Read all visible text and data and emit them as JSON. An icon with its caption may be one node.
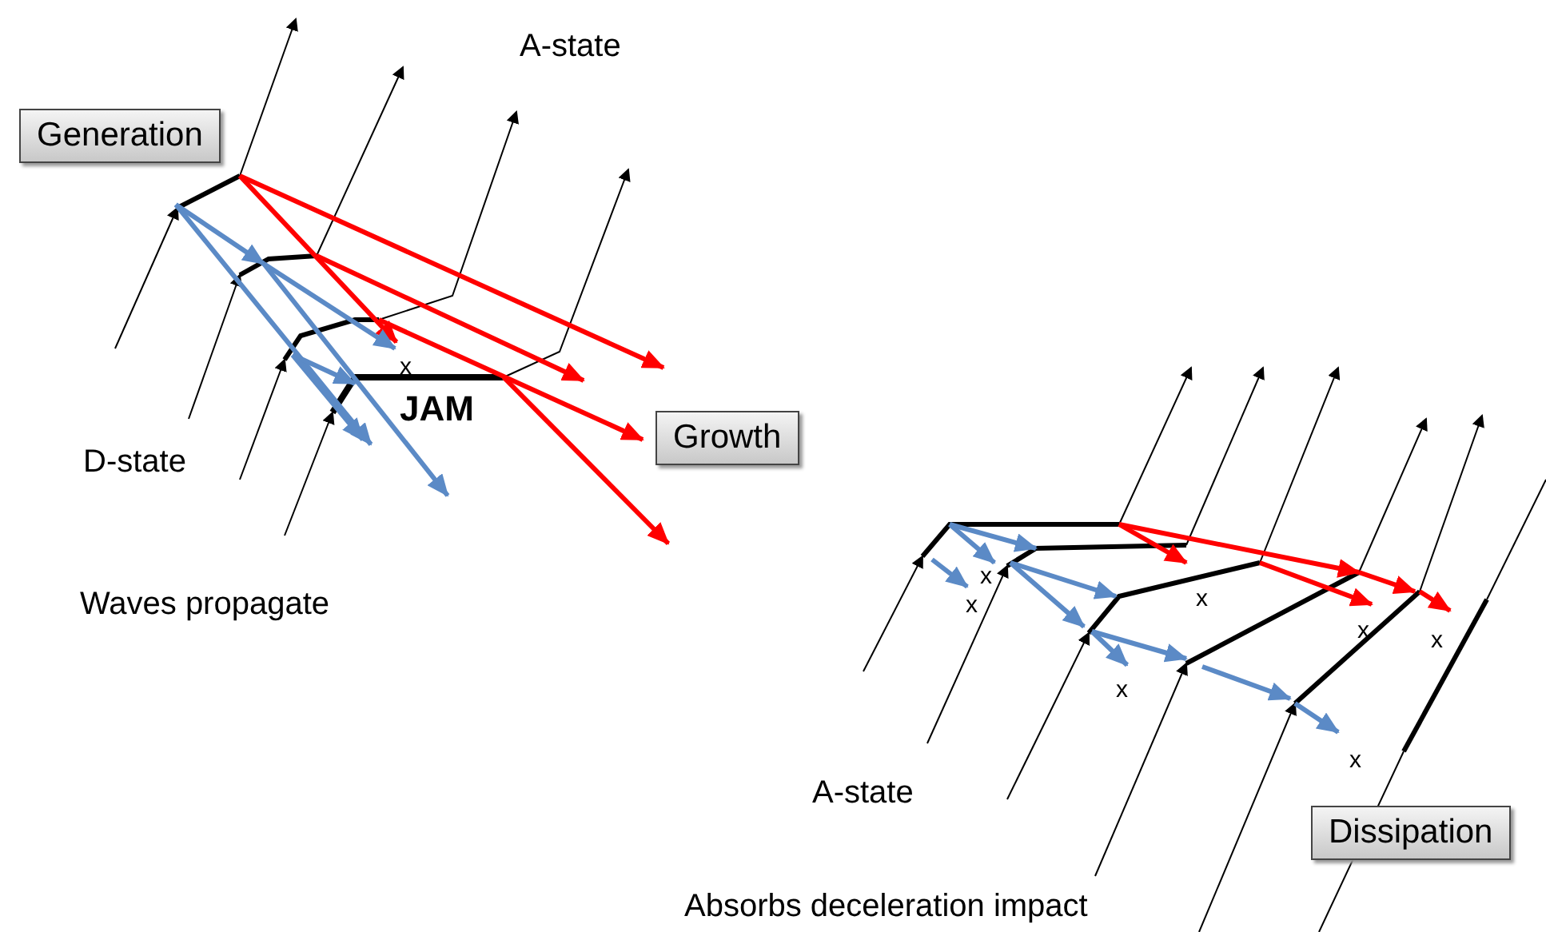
{
  "diagram": {
    "nodes": [
      {
        "text": [
          "Generation"
        ]
      },
      {
        "text": [
          "Growth"
        ]
      },
      {
        "text": [
          "Dissipation"
        ]
      }
    ],
    "labels": [
      "A-state",
      "D-state",
      "x",
      "JAM",
      "Waves propagate",
      "x",
      "x",
      "x",
      "x",
      "x",
      "x",
      "x",
      "A-state",
      "Absorbs deceleration impact"
    ]
  }
}
